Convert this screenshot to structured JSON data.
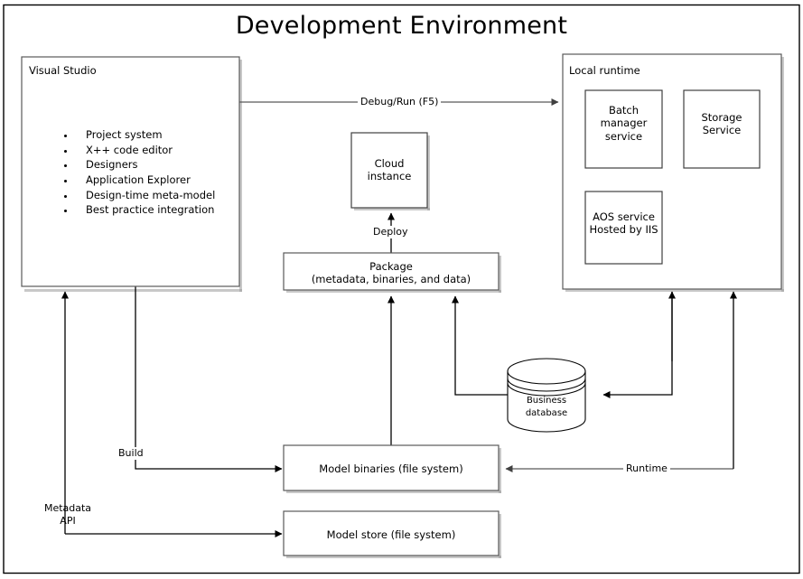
{
  "title": "Development Environment",
  "boxes": {
    "visual_studio": {
      "title": "Visual Studio",
      "features": [
        "Project system",
        "X++ code editor",
        "Designers",
        "Application Explorer",
        "Design-time meta-model",
        "Best practice integration"
      ]
    },
    "local_runtime": {
      "title": "Local runtime",
      "services": [
        {
          "name": "batch-manager-service",
          "label": "Batch\nmanager\nservice"
        },
        {
          "name": "storage-service",
          "label": "Storage\nService"
        },
        {
          "name": "aos-service",
          "label": "AOS service\nHosted by IIS"
        }
      ]
    },
    "cloud_instance": {
      "label": "Cloud\ninstance"
    },
    "package": {
      "label": "Package\n(metadata, binaries, and data)"
    },
    "model_binaries": {
      "label": "Model binaries (file system)"
    },
    "model_store": {
      "label": "Model store (file system)"
    },
    "business_database": {
      "label": "Business\ndatabase"
    }
  },
  "edge_labels": {
    "debug_run": "Debug/Run (F5)",
    "deploy": "Deploy",
    "build": "Build",
    "metadata_api": "Metadata\nAPI",
    "runtime": "Runtime"
  },
  "colors": {
    "frame_stroke": "#000000",
    "box_stroke": "#595959",
    "connector": "#595959",
    "background": "#ffffff",
    "text": "#000000"
  }
}
